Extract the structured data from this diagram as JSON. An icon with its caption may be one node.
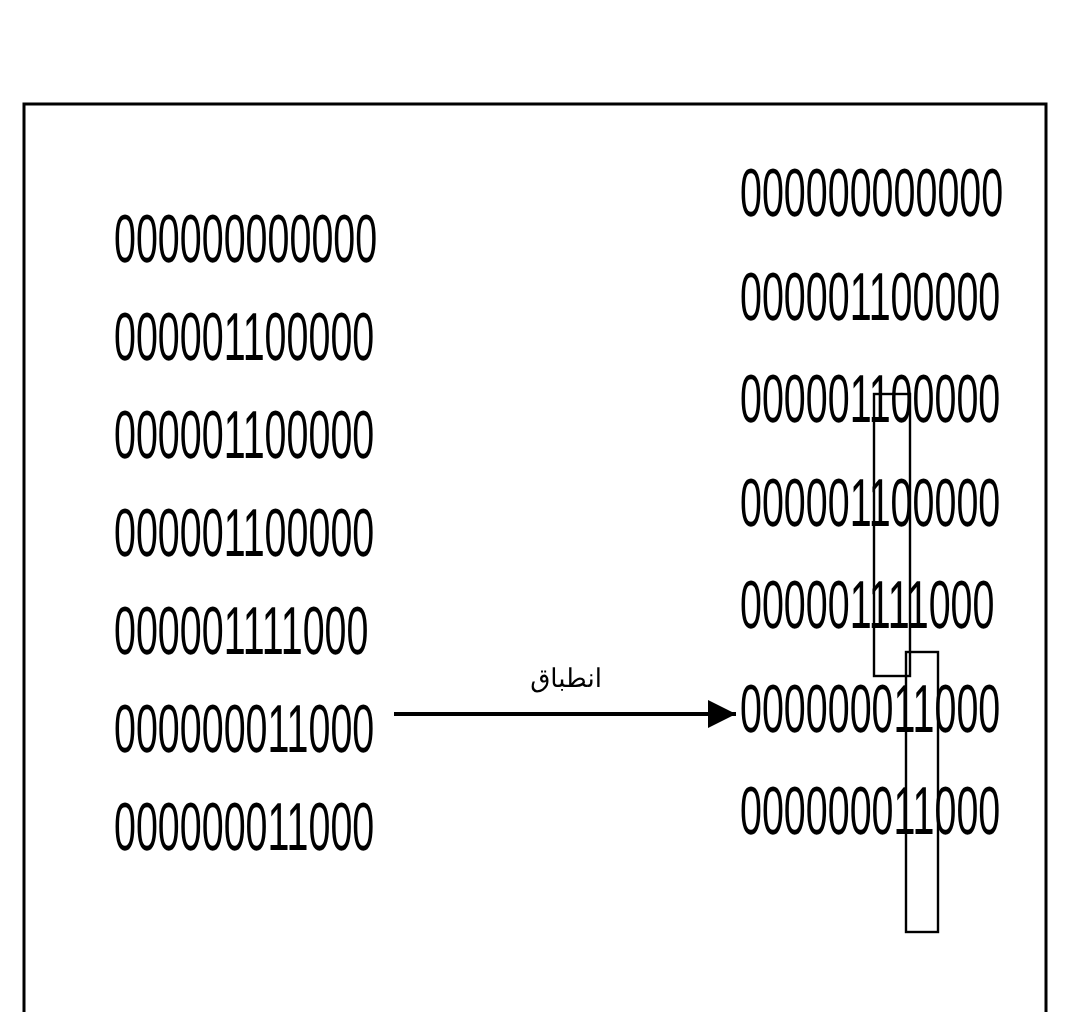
{
  "diagram": {
    "nodes": [
      {
        "text": [
          "000000000000",
          "000001100000",
          "000001100000",
          "000001100000",
          "000001111000",
          "000000011000",
          "000000011000"
        ]
      },
      {
        "text": [
          "000000000000",
          "000001100000",
          "000001100000",
          "000001100000",
          "000001111000",
          "000000011000",
          "000000011000"
        ]
      }
    ],
    "edges": [
      {
        "from": 0,
        "to": 1,
        "arrow": "to",
        "label": "انطباق"
      }
    ]
  }
}
